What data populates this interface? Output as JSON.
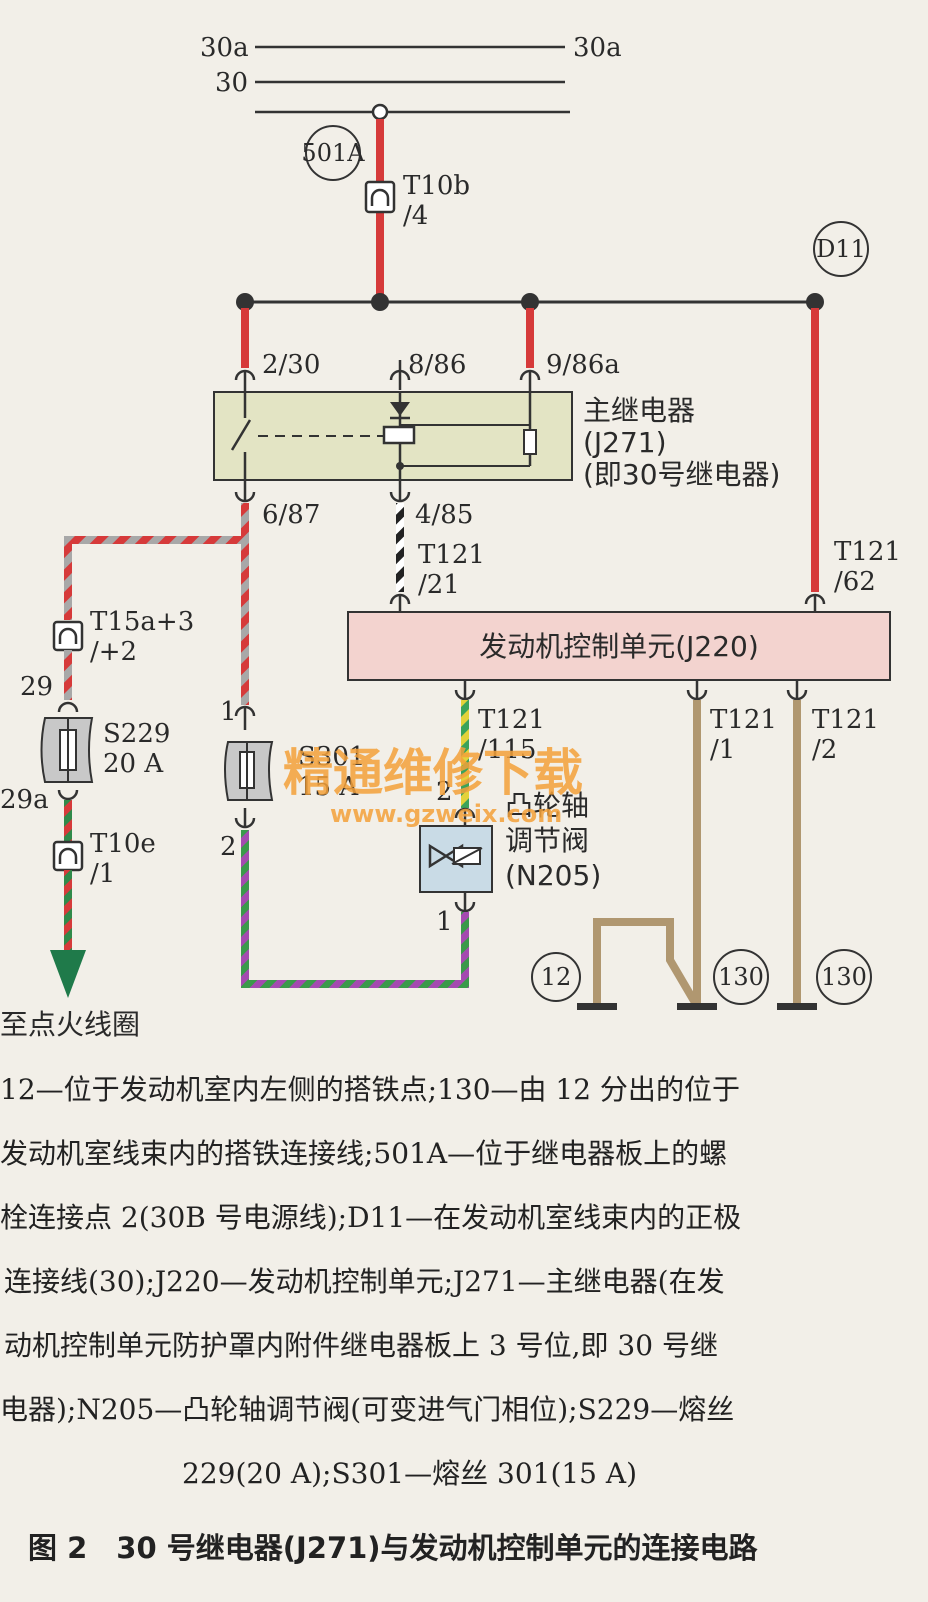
{
  "terminals": {
    "t30a_left": "30a",
    "t30a_right": "30a",
    "t30": "30",
    "c501a": "501A",
    "d11": "D11",
    "t10b": "T10b",
    "t10b_pin": "/4",
    "p2_30": "2/30",
    "p8_86": "8/86",
    "p9_86a": "9/86a",
    "p6_87": "6/87",
    "p4_85": "4/85",
    "t121_21a": "T121",
    "t121_21b": "/21",
    "t121_62a": "T121",
    "t121_62b": "/62",
    "t15a": "T15a+3",
    "t15a_pin": "/+2",
    "pin29": "29",
    "pin29a": "29a",
    "t10e": "T10e",
    "t10e_pin": "/1",
    "s229a": "S229",
    "s229b": "20 A",
    "s301a": "S301",
    "s301b": "15 A",
    "pin1_s301": "1",
    "pin2_s301": "2",
    "t121_115a": "T121",
    "t121_115b": "/115",
    "pin2_n205": "2",
    "pin1_n205": "1",
    "t121_1a": "T121",
    "t121_1b": "/1",
    "t121_2a": "T121",
    "t121_2b": "/2",
    "g12": "12",
    "g130a": "130",
    "g130b": "130",
    "ignition": "至点火线圈"
  },
  "components": {
    "relay_name": "主继电器",
    "relay_code": "(J271)",
    "relay_note": "(即30号继电器)",
    "ecu": "发动机控制单元(J220)",
    "valve_1": "凸轮轴",
    "valve_2": "调节阀",
    "valve_3": "(N205)"
  },
  "watermark": {
    "cn": "精通维修下载",
    "url": "www.gzweix.com"
  },
  "legend_lines": [
    "12—位于发动机室内左侧的搭铁点;130—由 12 分出的位于",
    "发动机室线束内的搭铁连接线;501A—位于继电器板上的螺",
    "栓连接点 2(30B 号电源线);D11—在发动机室线束内的正极",
    "连接线(30);J220—发动机控制单元;J271—主继电器(在发",
    "动机控制单元防护罩内附件继电器板上 3 号位,即 30 号继",
    "电器);N205—凸轮轴调节阀(可变进气门相位);S229—熔丝",
    "229(20 A);S301—熔丝 301(15 A)"
  ],
  "caption": "图 2　30 号继电器(J271)与发动机控制单元的连接电路",
  "colors": {
    "power_red": "#d63a3a",
    "ecu_fill": "#f3d3cf",
    "relay_fill": "#e3e4c4",
    "ground_brown": "#b09770",
    "arrow_green": "#1f7a4a"
  }
}
